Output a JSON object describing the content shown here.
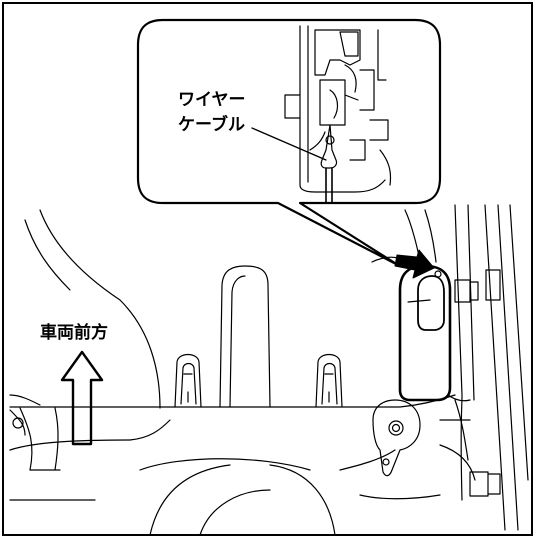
{
  "figure": {
    "callout_label_line1": "ワイヤー",
    "callout_label_line2": "ケーブル",
    "direction_label": "車両前方"
  }
}
